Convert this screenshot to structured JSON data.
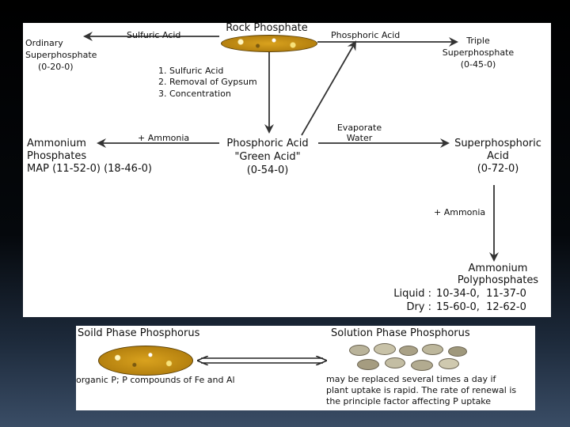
{
  "top_diagram": {
    "rock_phosphate": "Rock Phosphate",
    "sulfuric_acid": "Sulfuric Acid",
    "phosphoric_acid_arrow": "Phosphoric Acid",
    "ordinary_super": [
      "Ordinary",
      "Superphosphate",
      "(0-20-0)"
    ],
    "triple_super": [
      "Triple",
      "Superphosphate",
      "(0-45-0)"
    ],
    "steps": [
      "1. Sulfuric Acid",
      "2. Removal of Gypsum",
      "3. Concentration"
    ],
    "plus_ammonia_left": "+ Ammonia",
    "evaporate_water": [
      "Evaporate",
      "Water"
    ],
    "phosphoric_green": [
      "Phosphoric Acid",
      "\"Green Acid\"",
      "(0-54-0)"
    ],
    "ammonium_phosphates": [
      "Ammonium",
      "Phosphates",
      "MAP (11-52-0) (18-46-0)"
    ],
    "superphosphoric": [
      "Superphosphoric",
      "Acid",
      "(0-72-0)"
    ],
    "plus_ammonia_down": "+ Ammonia",
    "ammonium_poly": [
      "Ammonium",
      "Polyphosphates"
    ],
    "liquid_label": "Liquid :",
    "liquid_values": "10-34-0,  11-37-0",
    "dry_label": "Dry :",
    "dry_values": "15-60-0,  12-62-0"
  },
  "bottom_diagram": {
    "solid_title": "Soild Phase Phosphorus",
    "solution_title": "Solution Phase Phosphorus",
    "solid_desc": "organic P; P compounds of Fe and Al",
    "solution_desc": [
      "may be replaced several times a day if",
      "plant uptake is rapid. The rate of renewal is",
      "the principle factor affecting P uptake"
    ]
  },
  "colors": {
    "rock_gold": "#d9a21e",
    "arrow": "#333333",
    "panel": "#ffffff"
  }
}
